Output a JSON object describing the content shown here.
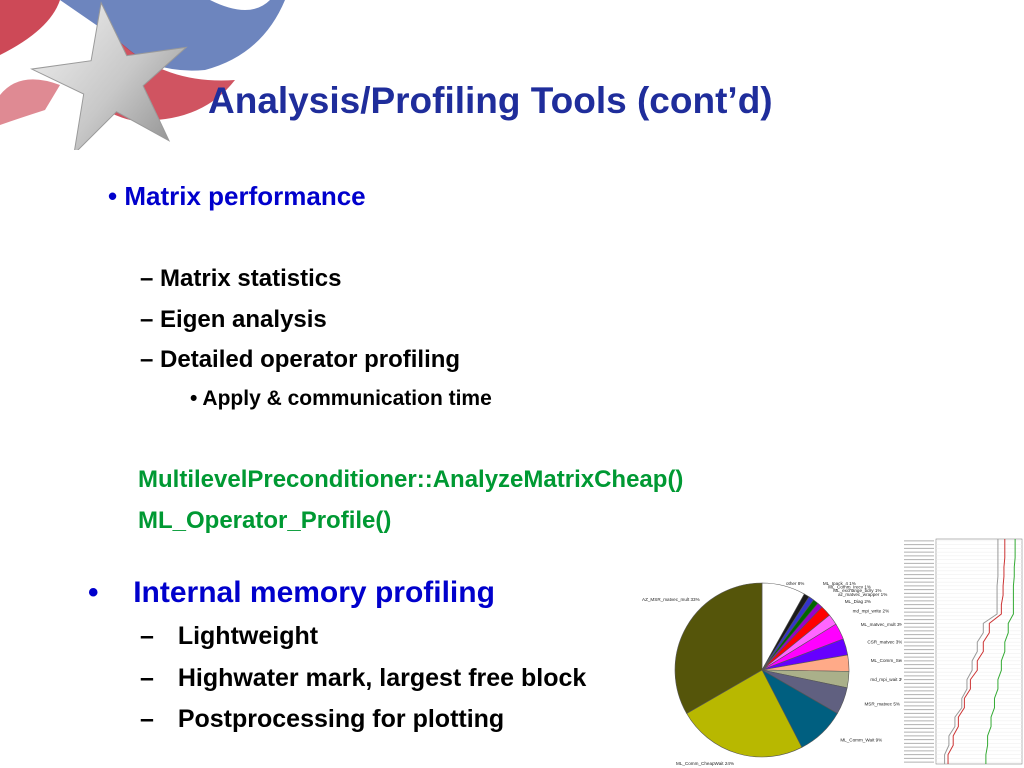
{
  "title": "Analysis/Profiling Tools (cont’d)",
  "level1": {
    "bullet": "•",
    "label": "Matrix performance"
  },
  "level2": [
    {
      "dash": "–",
      "label": "Matrix statistics"
    },
    {
      "dash": "–",
      "label": "Eigen analysis"
    },
    {
      "dash": "–",
      "label": "Detailed operator profiling"
    }
  ],
  "level3": {
    "bullet": "•",
    "label": "Apply & communication time"
  },
  "code_lines": [
    "MultilevelPreconditioner::AnalyzeMatrixCheap()",
    "ML_Operator_Profile()"
  ],
  "memory": {
    "bullet": "•",
    "label": "Internal memory profiling",
    "items": [
      {
        "dash": "–",
        "label": "Lightweight"
      },
      {
        "dash": "–",
        "label": "Highwater mark, largest free block"
      },
      {
        "dash": "–",
        "label": "Postprocessing for plotting"
      }
    ]
  },
  "colors": {
    "title": "#1f2d9b",
    "bullet_blue": "#0000cc",
    "code_green": "#009933",
    "flag_red": "#c4293a",
    "flag_blue": "#3c5ca8"
  },
  "chart_data": [
    {
      "type": "pie",
      "labels": [
        "other 8%",
        "ML_Ipack_4 1%",
        "ML_Comm_Irecv 1%",
        "ML_exchange_bdry 1%",
        "az_matvec_wrapper 1%",
        "ML_Diag 2%",
        "md_mpi_write 2%",
        "ML_matvec_mult 3%",
        "CSR_matvec 3%",
        "ML_Comm_Send 3%",
        "md_mpi_wait 3%",
        "MSR_matvec 5%",
        "ML_Comm_Wait 9%",
        "ML_Comm_CheapWait 24%",
        "AZ_MSR_matvec_mult 33%"
      ],
      "values": [
        8,
        1,
        1,
        1,
        1,
        2,
        2,
        3,
        3,
        3,
        3,
        5,
        9,
        24,
        33
      ],
      "colors": [
        "#ffffff",
        "#1a1a1a",
        "#3333cc",
        "#006600",
        "#9900cc",
        "#ff0000",
        "#ff66ff",
        "#ff00ff",
        "#6600ff",
        "#ffaa88",
        "#aab08a",
        "#606080",
        "#005f80",
        "#b8b800",
        "#55550a"
      ]
    },
    {
      "type": "line",
      "series": [
        {
          "values": [
            0.72,
            0.72,
            0.72,
            0.71,
            0.71,
            0.55,
            0.48,
            0.42,
            0.36,
            0.3,
            0.22,
            0.15,
            0.1
          ]
        },
        {
          "values": [
            0.8,
            0.8,
            0.79,
            0.78,
            0.76,
            0.62,
            0.55,
            0.48,
            0.4,
            0.33,
            0.26,
            0.2,
            0.14
          ]
        },
        {
          "values": [
            0.92,
            0.92,
            0.91,
            0.9,
            0.9,
            0.84,
            0.8,
            0.76,
            0.72,
            0.68,
            0.64,
            0.6,
            0.58
          ]
        }
      ],
      "colors": [
        "#999999",
        "#cc3333",
        "#33aa33"
      ]
    }
  ]
}
